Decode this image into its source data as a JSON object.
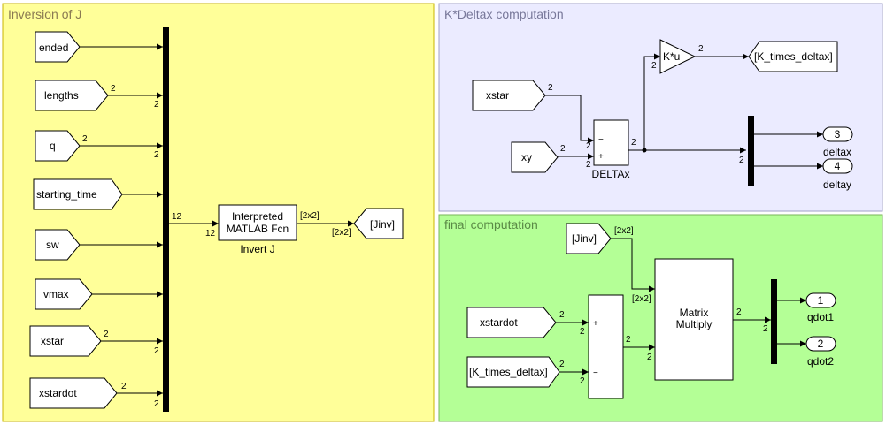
{
  "areas": {
    "inversion": {
      "title": "Inversion of J",
      "fill": "#ffff99",
      "border": "#c8b400"
    },
    "kdelta": {
      "title": "K*Deltax computation",
      "fill": "#ebebff",
      "border": "#a0a0c8"
    },
    "final": {
      "title": "final computation",
      "fill": "#b4ff96",
      "border": "#78b45a"
    }
  },
  "from_blocks": {
    "ended": "ended",
    "lengths": "lengths",
    "q": "q",
    "starting_time": "starting_time",
    "sw": "sw",
    "vmax": "vmax",
    "xstar1": "xstar",
    "xstardot1": "xstardot",
    "xstar2": "xstar",
    "xy": "xy",
    "jinv_from": "[Jinv]",
    "xstardot2": "xstardot",
    "ktd_from": "[K_times_deltax]"
  },
  "goto_blocks": {
    "jinv_goto": "[Jinv]",
    "ktd_goto": "[K_times_deltax]"
  },
  "blocks": {
    "interp_line1": "Interpreted",
    "interp_line2": "MATLAB Fcn",
    "interp_name": "Invert J",
    "gain": "K*u",
    "sum1_name": "DELTAx",
    "sum1_minus": "−",
    "sum1_plus": "+",
    "sum2_plus": "+",
    "sum2_minus": "−",
    "matmul_line1": "Matrix",
    "matmul_line2": "Multiply"
  },
  "outports": {
    "deltax": {
      "num": "3",
      "name": "deltax"
    },
    "deltay": {
      "num": "4",
      "name": "deltay"
    },
    "qdot1": {
      "num": "1",
      "name": "qdot1"
    },
    "qdot2": {
      "num": "2",
      "name": "qdot2"
    }
  },
  "signal_dims": {
    "two": "2",
    "twelve": "12",
    "matrix": "[2x2]"
  }
}
